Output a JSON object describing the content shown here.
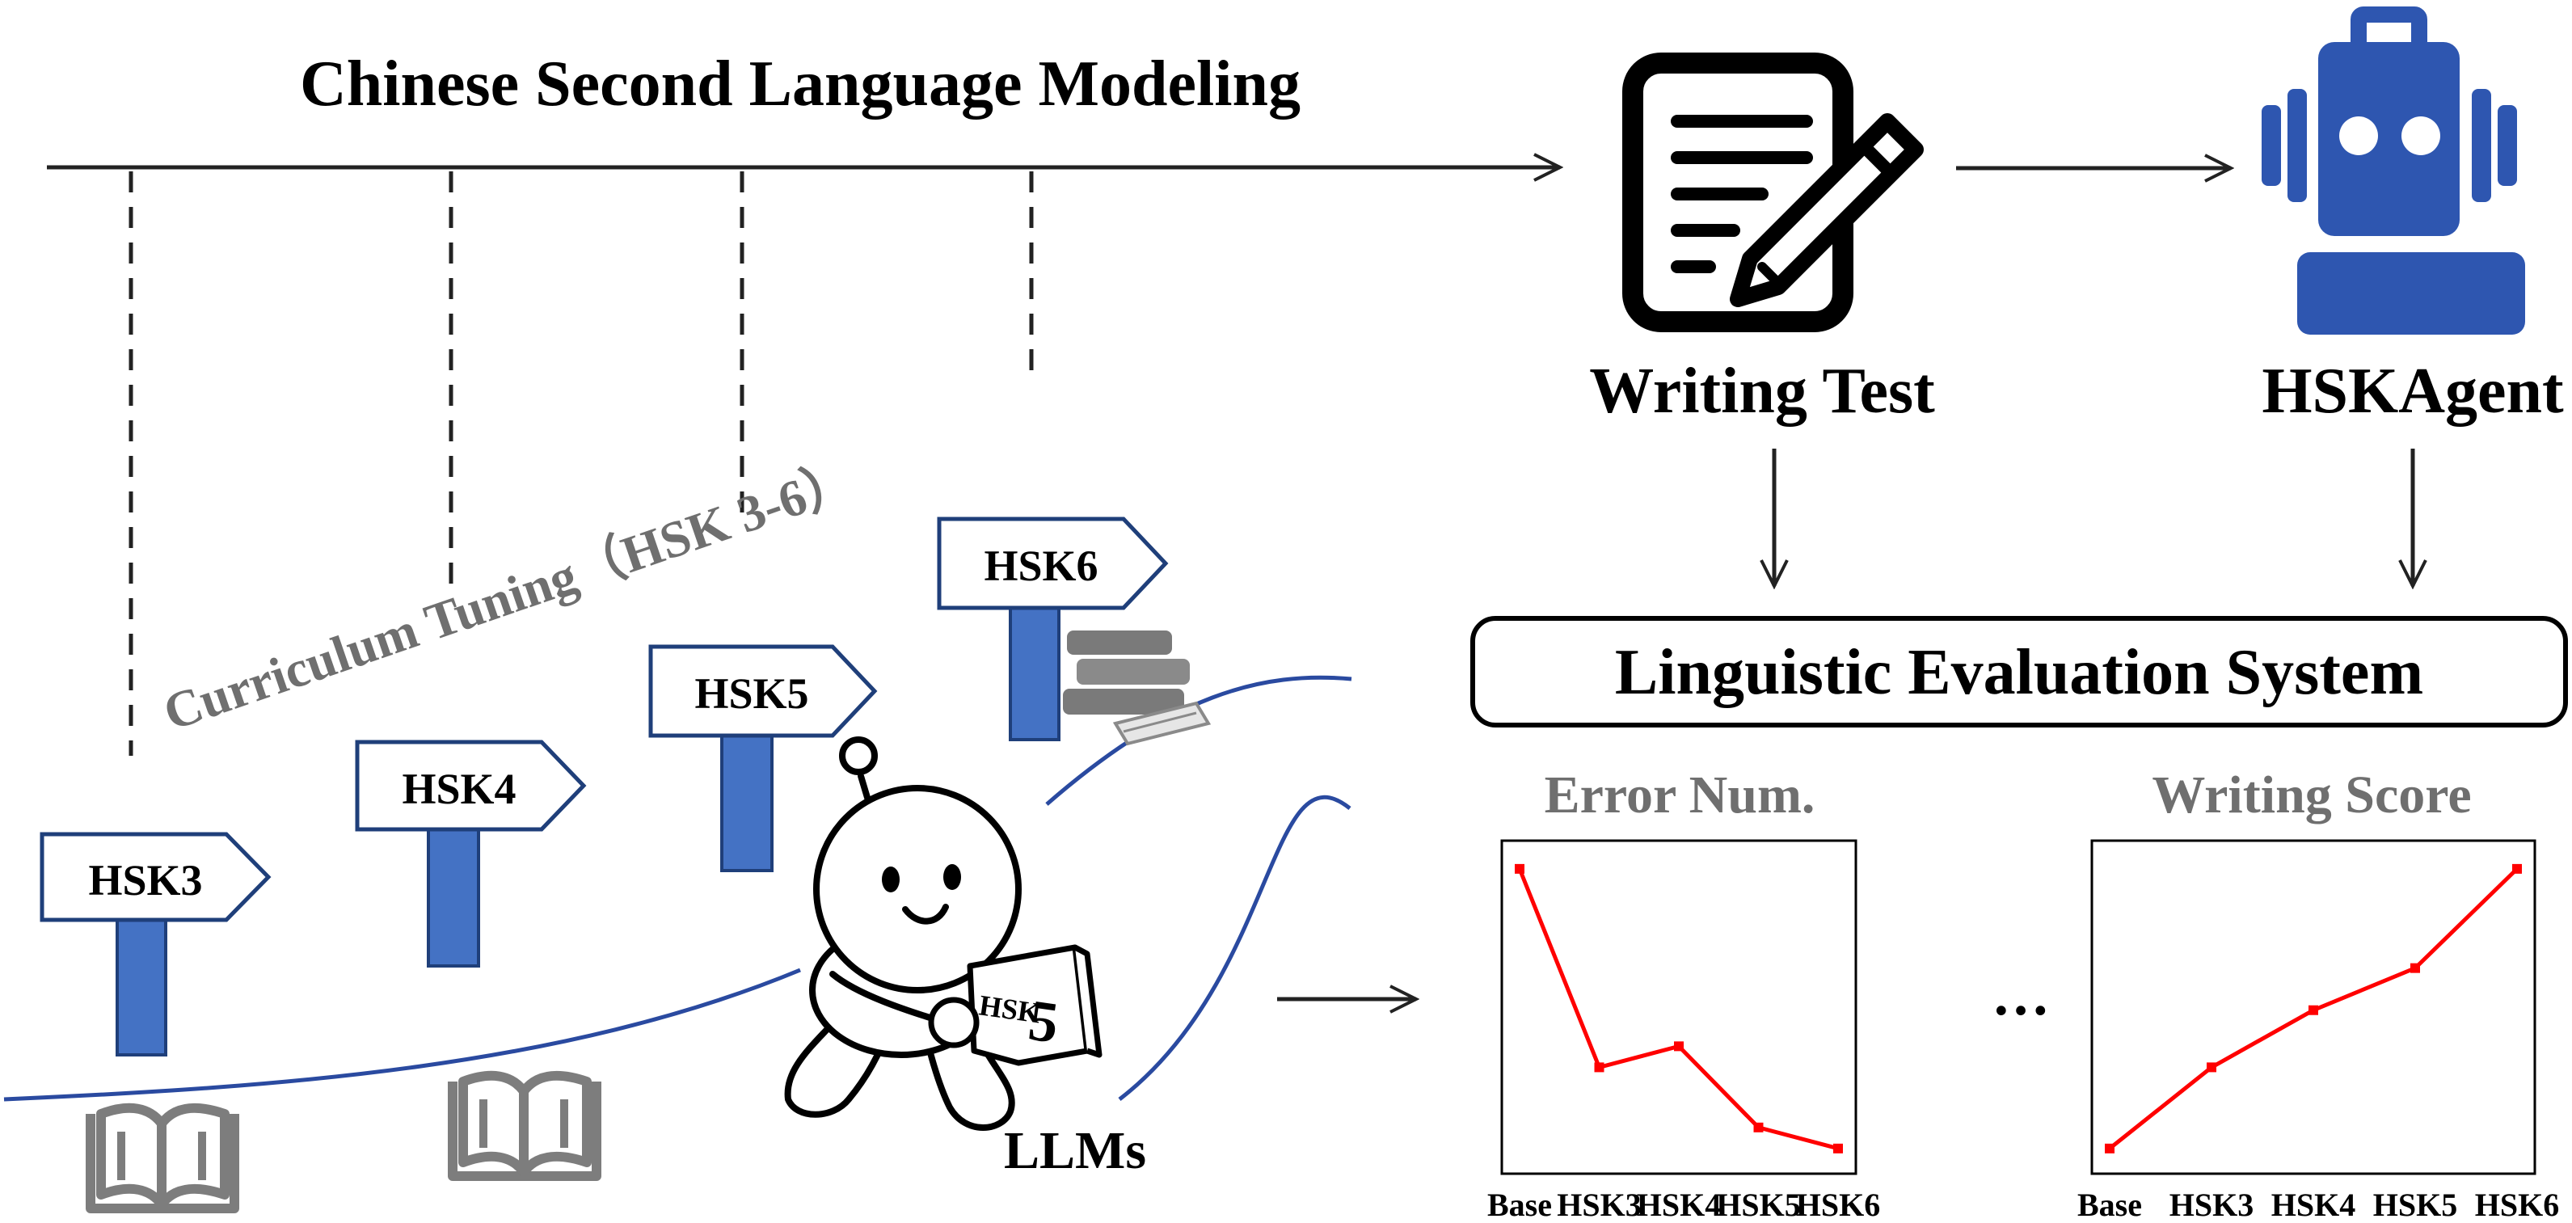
{
  "title": "Chinese Second Language Modeling",
  "curriculum_label": "Curriculum Tuning（HSK 3-6）",
  "signposts": [
    {
      "label": "HSK3"
    },
    {
      "label": "HSK4"
    },
    {
      "label": "HSK5"
    },
    {
      "label": "HSK6"
    }
  ],
  "book_label": "HSK",
  "book_number": "5",
  "llm_label": "LLMs",
  "writing_test_label": "Writing Test",
  "agent_label": "HSKAgent",
  "eval_system_label": "Linguistic Evaluation System",
  "ellipsis": "…",
  "colors": {
    "signpost_blue": "#4472c4",
    "signpost_border": "#1f3f7a",
    "agent_blue": "#2e56b0",
    "curve_blue": "#2a4aa0",
    "gray_text": "#6f6f6f",
    "chart_line": "#ff0000"
  },
  "chart_data": [
    {
      "type": "line",
      "title": "Error Num.",
      "categories": [
        "Base",
        "HSK3",
        "HSK4",
        "HSK5",
        "HSK6"
      ],
      "values": [
        0.96,
        0.3,
        0.37,
        0.1,
        0.03
      ],
      "ylim": [
        0,
        1
      ],
      "grid": false
    },
    {
      "type": "line",
      "title": "Writing Score",
      "categories": [
        "Base",
        "HSK3",
        "HSK4",
        "HSK5",
        "HSK6"
      ],
      "values": [
        0.03,
        0.3,
        0.49,
        0.63,
        0.96
      ],
      "ylim": [
        0,
        1
      ],
      "grid": false
    }
  ]
}
